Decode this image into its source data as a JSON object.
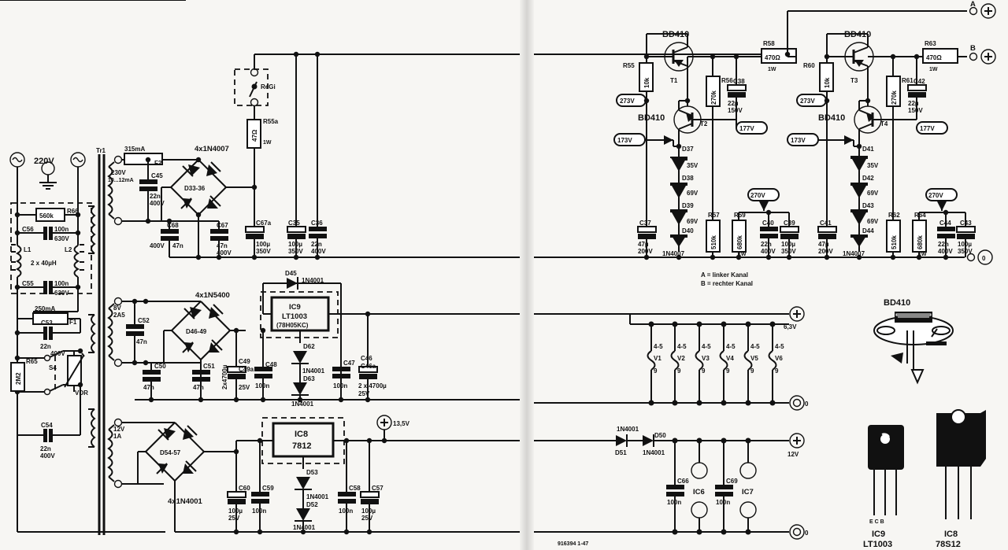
{
  "figure": {
    "title": "Netzteil-Schaltplan (Power supply schematic)",
    "legend_a": "A = linker Kanal",
    "legend_b": "B = rechter Kanal",
    "corner_code": "916394  1-47"
  },
  "mains": {
    "voltage": "220V",
    "filter_r66": "560k",
    "r66_ref": "R66",
    "c56_ref": "C56",
    "c56_val": "100n",
    "c56_volt": "630V",
    "c55_ref": "C55",
    "c55_val": "100n",
    "c55_volt": "630V",
    "l1": "L1",
    "l2": "L2",
    "l_val": "2 x 40µH",
    "fuse_f1": "250mA",
    "f1_ref": "F1",
    "c53_ref": "C53",
    "c53_val": "22n",
    "c53_volt": "400V",
    "r65_ref": "R65",
    "r65_val": "2M2",
    "switch": "S4",
    "vdr": "VDR",
    "c54_ref": "C54",
    "c54_val": "22n",
    "c54_volt": "400V"
  },
  "transformer": {
    "ref": "Tr1",
    "sec1_v": "230V",
    "sec1_i": "10...12mA",
    "sec1_fuse": "315mA",
    "sec1_fuse_ref": "F2",
    "sec2_v": "8V",
    "sec2_i": "2A5",
    "sec3_v": "12V",
    "sec3_i": "1A"
  },
  "ht_section": {
    "bridge_label": "4x1N4007",
    "bridge_ref": "D33-36",
    "c45_ref": "C45",
    "c45_val": "22n",
    "c45_volt": "400V",
    "c68_ref": "C68",
    "c68_val": "47n",
    "c68_volt": "400V",
    "c67_ref": "C67",
    "c67_val": "47n",
    "c67_volt": "400V",
    "c67a_ref": "C67a",
    "c67a_val": "100µ",
    "c67a_volt": "350V",
    "c35_ref": "C35",
    "c35_val": "100µ",
    "c35_volt": "350V",
    "c36_ref": "C36",
    "c36_val": "22n",
    "c36_volt": "400V",
    "relay": "ReGi",
    "r55a_ref": "R55a",
    "r55a_val": "47Ω",
    "r55a_pow": "1W"
  },
  "channel_a": {
    "t1_type": "BD410",
    "t1_ref": "T1",
    "t2_type": "BD410",
    "t2_ref": "T2",
    "r55_ref": "R55",
    "r55_val": "10k",
    "r56_ref": "R56",
    "r56_val": "270k",
    "r58_ref": "R58",
    "r58_val": "470Ω",
    "r58_pow": "1W",
    "r57_ref": "R57",
    "r57_val": "510k",
    "r59_ref": "R59",
    "r59_val": "680k",
    "r59_pow": "1W",
    "c38_ref": "C38",
    "c38_val": "22µ",
    "c38_volt": "150V",
    "c37_ref": "C37",
    "c37_val": "47µ",
    "c37_volt": "200V",
    "c39_ref": "C39",
    "c39_val": "100µ",
    "c39_volt": "350V",
    "c40_ref": "C40",
    "c40_val": "22n",
    "c40_volt": "400V",
    "zeners": [
      {
        "ref": "D37",
        "v": "35V"
      },
      {
        "ref": "D38",
        "v": "69V"
      },
      {
        "ref": "D39",
        "v": "69V"
      },
      {
        "ref": "D40",
        "v": ""
      }
    ],
    "zener_type": "1N4007",
    "node_273": "273V",
    "node_177": "177V",
    "node_173": "173V",
    "node_270": "270V",
    "out_terminal": "A"
  },
  "channel_b": {
    "t3_type": "BD410",
    "t3_ref": "T3",
    "t4_type": "BD410",
    "t4_ref": "T4",
    "r60_ref": "R60",
    "r60_val": "10k",
    "r61_ref": "R61",
    "r61_val": "270k",
    "r63_ref": "R63",
    "r63_val": "470Ω",
    "r63_pow": "1W",
    "r62_ref": "R62",
    "r62_val": "510k",
    "r64_ref": "R64",
    "r64_val": "680k",
    "r64_pow": "1W",
    "c42_ref": "C42",
    "c42_val": "22µ",
    "c42_volt": "150V",
    "c41_ref": "C41",
    "c41_val": "47µ",
    "c41_volt": "200V",
    "c43_ref": "C43",
    "c43_val": "100µ",
    "c43_volt": "350V",
    "c44_ref": "C44",
    "c44_val": "22n",
    "c44_volt": "400V",
    "zeners": [
      {
        "ref": "D41",
        "v": "35V"
      },
      {
        "ref": "D42",
        "v": "69V"
      },
      {
        "ref": "D43",
        "v": "69V"
      },
      {
        "ref": "D44",
        "v": ""
      }
    ],
    "zener_type": "1N4007",
    "node_273": "273V",
    "node_177": "177V",
    "node_173": "173V",
    "node_270": "270V",
    "out_terminal": "B",
    "gnd_terminal": "0"
  },
  "heater_section": {
    "bridge_label": "4x1N5400",
    "bridge_ref": "D46-49",
    "c52_ref": "C52",
    "c52_val": "47n",
    "c50_ref": "C50",
    "c50_val": "47n",
    "c51_ref": "C51",
    "c51_val": "47n",
    "c49_ref": "C49",
    "c49a_ref": "C49a",
    "c49_val": "2x4700µ",
    "c49_volt": "25V",
    "c48_ref": "C48",
    "c48_val": "100n",
    "c47_ref": "C47",
    "c47_val": "100n",
    "c46_ref": "C46",
    "c46a_ref": "C46a",
    "c46_val": "2 x 4700µ",
    "c46_volt": "25V",
    "ic9_ref": "IC9",
    "ic9_type": "LT1003",
    "ic9_alt": "(78H05KC)",
    "d45_ref": "D45",
    "d45_type": "1N4001",
    "d62_ref": "D62",
    "d62_type": "1N4001",
    "d63_ref": "D63",
    "d63_type": "1N4001",
    "out_label": "6,3V",
    "gnd_label": "0"
  },
  "tubes": {
    "pin_top": "4-5",
    "pin_bottom": "9",
    "items": [
      "V1",
      "V2",
      "V3",
      "V4",
      "V5",
      "V6"
    ]
  },
  "lv_section": {
    "bridge_label": "4x1N4001",
    "bridge_ref": "D54-57",
    "ic8_ref": "IC8",
    "ic8_type": "7812",
    "d53_ref": "D53",
    "d53_type": "1N4001",
    "d52_ref": "D52",
    "d52_type": "1N4001",
    "c60_ref": "C60",
    "c60_val": "100µ",
    "c60_volt": "25V",
    "c59_ref": "C59",
    "c59_val": "100n",
    "c58_ref": "C58",
    "c58_val": "100n",
    "c57_ref": "C57",
    "c57_val": "100µ",
    "c57_volt": "25V",
    "out_label": "13,5V"
  },
  "logic_section": {
    "d51_ref": "D51",
    "d51_type": "1N4001",
    "d50_ref": "D50",
    "d50_type": "1N4001",
    "c66_ref": "C66",
    "c66_val": "100n",
    "c69_ref": "C69",
    "c69_val": "100n",
    "ic6_ref": "IC6",
    "ic7_ref": "IC7",
    "out_label": "12V",
    "gnd_label": "0"
  },
  "packages": {
    "bd410_title": "BD410",
    "ic9_pins": "E C B",
    "ic9_ref": "IC9",
    "ic9_type": "LT1003",
    "ic8_ref": "IC8",
    "ic8_type": "78S12"
  }
}
